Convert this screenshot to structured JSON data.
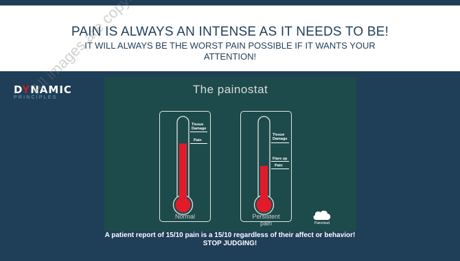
{
  "slide": {
    "title": "PAIN IS ALWAYS AN INTENSE AS IT NEEDS TO BE!",
    "subtitle": "IT WILL ALWAYS BE THE WORST PAIN POSSIBLE IF IT WANTS YOUR ATTENTION!",
    "logo_main_a": "D",
    "logo_main_x": "Y",
    "logo_main_b": "NAMIC",
    "logo_sub": "PRINCIPLES",
    "watermark": "All images are copyrighted",
    "footer_line1": "A patient report of 15/10 pain is a 15/10 regardless of their affect or behavior!",
    "footer_line2": "STOP JUDGING!"
  },
  "painostat": {
    "title": "The painostat",
    "brand": "Paincloud",
    "normal": {
      "label": "Normal",
      "level": 0.44,
      "ticks": [
        "Tissue Damage",
        "Pain"
      ]
    },
    "persistent": {
      "label_line1": "Persistent",
      "label_line2": "pain",
      "level": 0.27,
      "ticks": [
        "Tissue Damage",
        "Flare up",
        "Pain"
      ]
    }
  },
  "colors": {
    "bar": "#1f3e58",
    "panel": "#1d4a4a",
    "mercury": "#e21b2a",
    "text": "#ffffff"
  }
}
